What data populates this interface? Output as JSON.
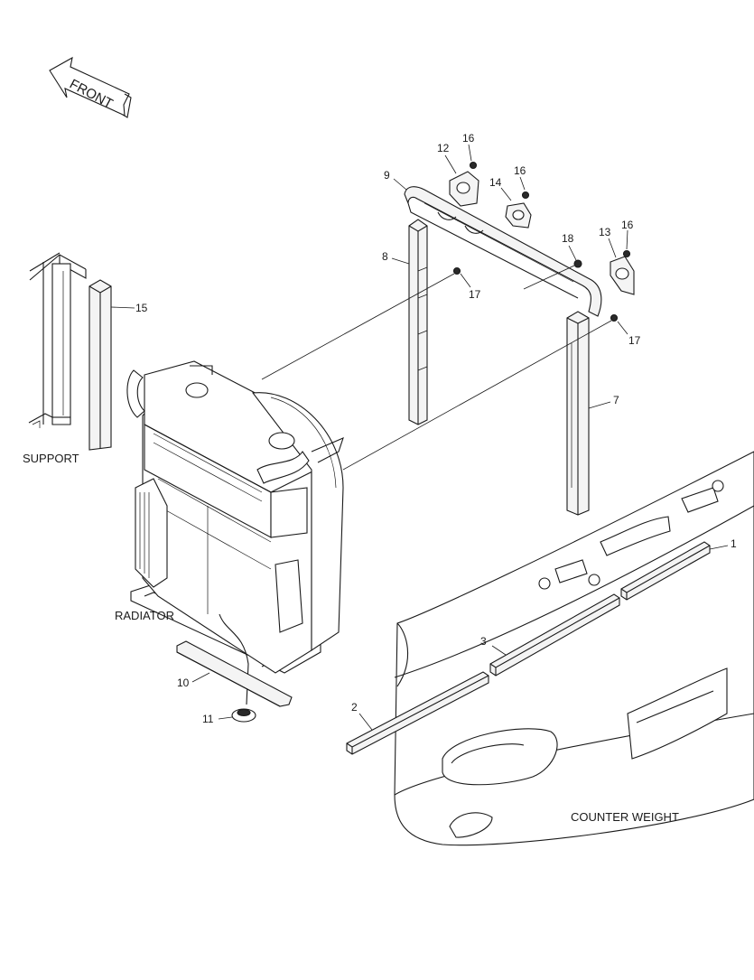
{
  "front_arrow": {
    "label": "FRONT"
  },
  "assemblies": {
    "support": "SUPPORT",
    "radiator": "RADIATOR",
    "counter_weight": "COUNTER WEIGHT"
  },
  "callouts": [
    {
      "id": "c1",
      "label": "1"
    },
    {
      "id": "c2",
      "label": "2"
    },
    {
      "id": "c3",
      "label": "3"
    },
    {
      "id": "c7",
      "label": "7"
    },
    {
      "id": "c8",
      "label": "8"
    },
    {
      "id": "c9",
      "label": "9"
    },
    {
      "id": "c10",
      "label": "10"
    },
    {
      "id": "c11",
      "label": "11"
    },
    {
      "id": "c12",
      "label": "12"
    },
    {
      "id": "c13",
      "label": "13"
    },
    {
      "id": "c14",
      "label": "14"
    },
    {
      "id": "c15",
      "label": "15"
    },
    {
      "id": "c16a",
      "label": "16"
    },
    {
      "id": "c16b",
      "label": "16"
    },
    {
      "id": "c16c",
      "label": "16"
    },
    {
      "id": "c17a",
      "label": "17"
    },
    {
      "id": "c17b",
      "label": "17"
    },
    {
      "id": "c18",
      "label": "18"
    }
  ]
}
